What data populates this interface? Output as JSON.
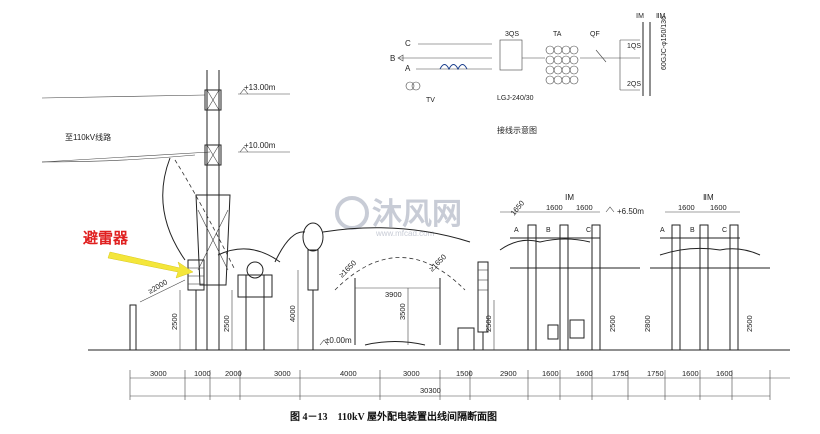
{
  "caption": "图 4－13　110kV 屋外配电装置出线间隔断面图",
  "arrester_label": "避雷器",
  "watermark": {
    "main": "沐风网",
    "sub": "www.mfcad.com"
  },
  "line_label": "至110kV线路",
  "elevations": {
    "e13": "+13.00m",
    "e10": "+10.00m",
    "e650": "+6.50m",
    "e0": "±0.00m"
  },
  "schematic": {
    "title": "接线示意图",
    "phase_c": "C",
    "phase_b": "B",
    "phase_a": "A",
    "tv": "TV",
    "qs3": "3QS",
    "ta": "TA",
    "qf": "QF",
    "qs1": "1QS",
    "qs2": "2QS",
    "conductor": "LGJ-240/30",
    "bus1": "ⅠM",
    "bus2": "ⅡM",
    "busbar_spec": "60GJC-φ150/136"
  },
  "bus_labels": {
    "left": "ⅠM",
    "right": "ⅡM"
  },
  "top_dims": [
    "1650",
    "1600",
    "1600",
    "1600",
    "1600"
  ],
  "phase_marks": [
    "A",
    "B",
    "C",
    "A",
    "B",
    "C"
  ],
  "clearances": {
    "c1": "≥2000",
    "c2": "≥1650",
    "c3": "≥1650"
  },
  "vertical_dims": {
    "v1": "2500",
    "v2": "2500",
    "v3": "4000",
    "v4": "3500",
    "v5": "2500",
    "v6": "2500",
    "v7": "2800",
    "v8": "2500"
  },
  "mid_width": "3900",
  "bottom_dims": [
    "3000",
    "1000",
    "2000",
    "3000",
    "4000",
    "3000",
    "1500",
    "2900",
    "1600",
    "1600",
    "1750",
    "1750",
    "1600",
    "1600"
  ],
  "total_dim": "30300"
}
